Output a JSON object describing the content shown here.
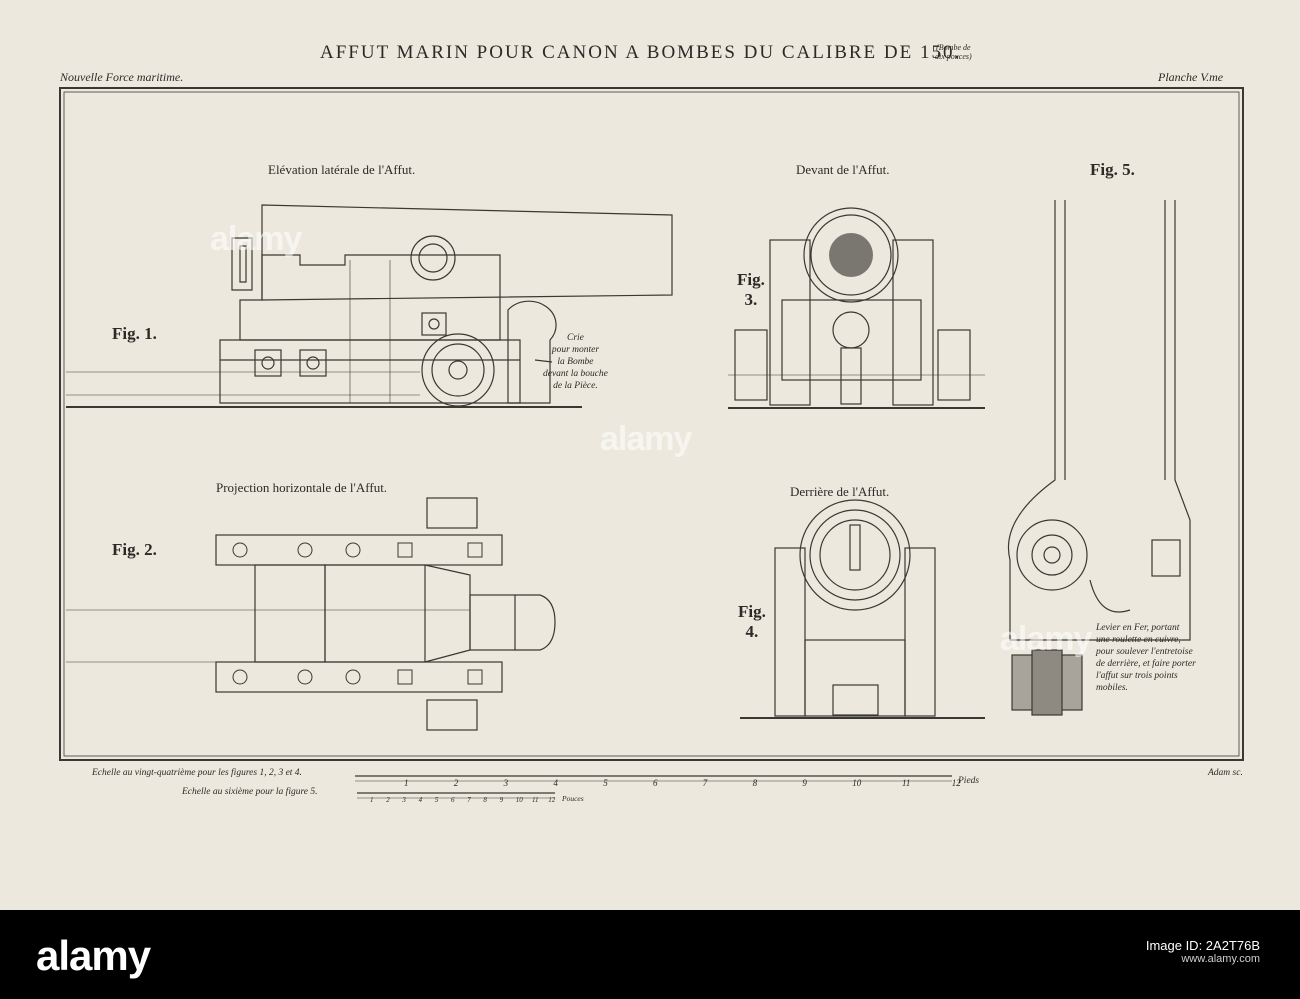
{
  "plate": {
    "title": "AFFUT MARIN POUR CANON A BOMBES DU CALIBRE DE 150.",
    "title_note": [
      "(Bombe de",
      "dix pouces)"
    ],
    "header_left": "Nouvelle Force maritime.",
    "header_right": "Planche V.me",
    "engraver": "Adam sc."
  },
  "figures": {
    "fig1": {
      "label": "Fig. 1.",
      "caption": "Elévation latérale de l'Affut.",
      "note": [
        "Crie",
        "pour monter",
        "la Bombe",
        "devant la bouche",
        "de la Pièce."
      ]
    },
    "fig2": {
      "label": "Fig. 2.",
      "caption": "Projection horizontale de l'Affut."
    },
    "fig3": {
      "label_a": "Fig.",
      "label_b": "3.",
      "caption": "Devant de l'Affut."
    },
    "fig4": {
      "label_a": "Fig.",
      "label_b": "4.",
      "caption": "Derrière de l'Affut."
    },
    "fig5": {
      "label": "Fig. 5.",
      "note": [
        "Levier en Fer, portant",
        "une roulette en cuivre,",
        "pour soulever l'entretoise",
        "de derrière, et faire porter",
        "l'affut sur trois points",
        "mobiles."
      ]
    }
  },
  "scales": {
    "scale1": {
      "label": "Echelle au vingt-quatrième pour les figures 1, 2, 3 et 4.",
      "ticks": [
        "1",
        "2",
        "3",
        "4",
        "5",
        "6",
        "7",
        "8",
        "9",
        "10",
        "11",
        "12"
      ],
      "unit": "Pieds"
    },
    "scale2": {
      "label": "Echelle au sixième pour la figure 5.",
      "ticks": [
        "1",
        "2",
        "3",
        "4",
        "5",
        "6",
        "7",
        "8",
        "9",
        "10",
        "11",
        "12"
      ],
      "unit": "Pouces"
    }
  },
  "watermark": "alamy",
  "footer": {
    "brand": "alamy",
    "stock_line_1": "Image ID: 2A2T76B",
    "stock_line_2": "www.alamy.com"
  },
  "colors": {
    "paper": "#ede8dd",
    "ink": "#2b2a27",
    "footer": "#000000"
  }
}
